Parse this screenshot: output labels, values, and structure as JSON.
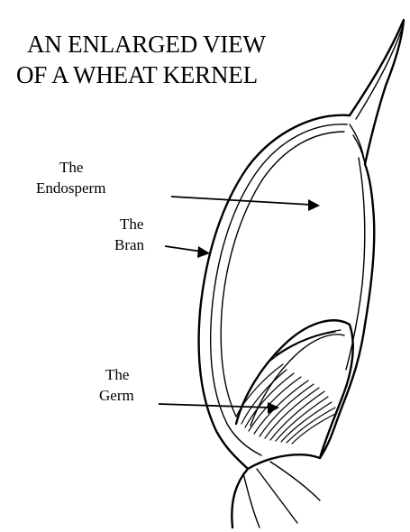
{
  "title": {
    "line1": "AN ENLARGED VIEW",
    "line2": "OF A WHEAT KERNEL"
  },
  "labels": {
    "endosperm": {
      "line1": "The",
      "line2": "Endosperm"
    },
    "bran": {
      "line1": "The",
      "line2": "Bran"
    },
    "germ": {
      "line1": "The",
      "line2": "Germ"
    }
  }
}
